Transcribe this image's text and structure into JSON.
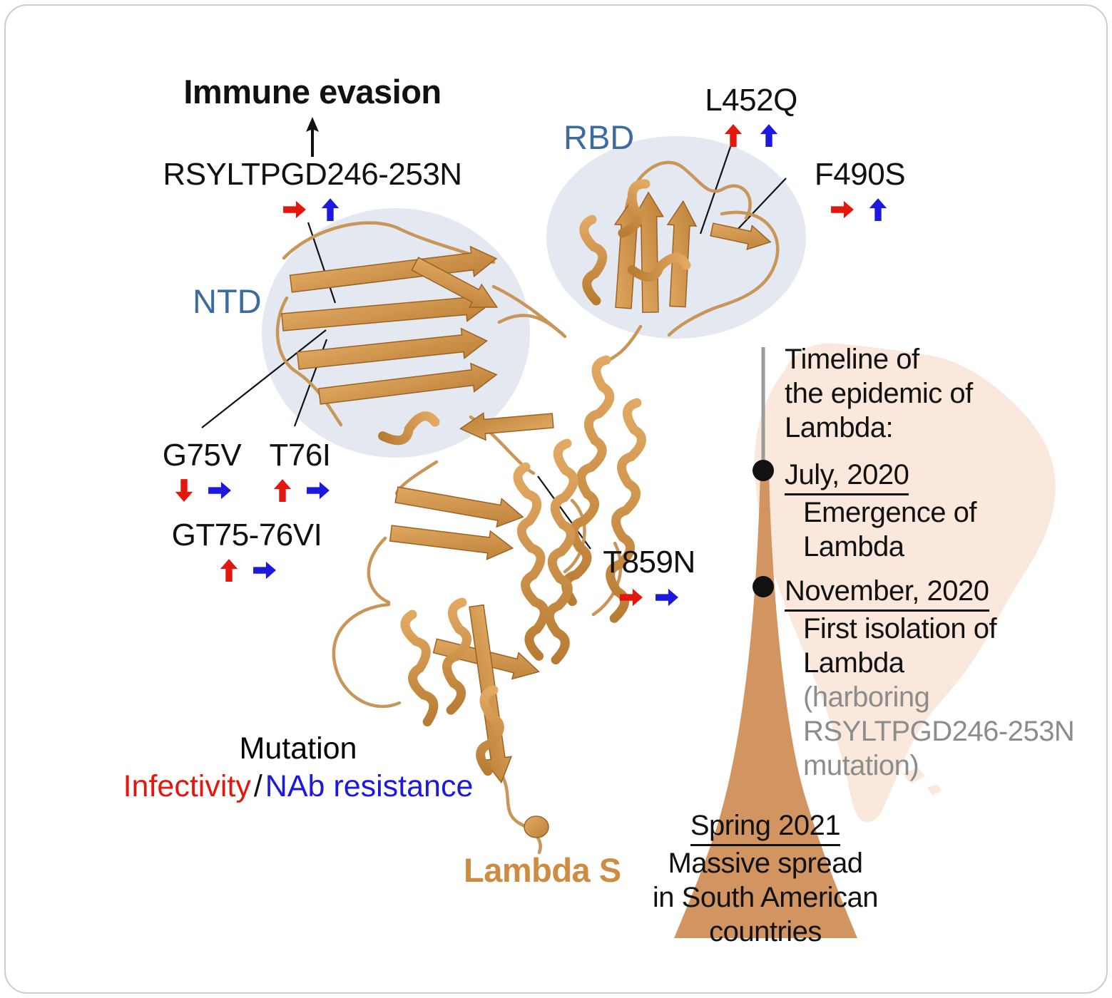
{
  "header": {
    "title": "Immune evasion"
  },
  "domains": {
    "ntd_label": "NTD",
    "rbd_label": "RBD"
  },
  "mutations": {
    "rsyltpgd246_253n": {
      "label": "RSYLTPGD246-253N",
      "infectivity": "right",
      "nab": "up"
    },
    "g75v": {
      "label": "G75V",
      "infectivity": "down",
      "nab": "right"
    },
    "t76i": {
      "label": "T76I",
      "infectivity": "up",
      "nab": "right"
    },
    "gt75_76vi": {
      "label": "GT75-76VI",
      "infectivity": "up",
      "nab": "right"
    },
    "l452q": {
      "label": "L452Q",
      "infectivity": "up",
      "nab": "up"
    },
    "f490s": {
      "label": "F490S",
      "infectivity": "right",
      "nab": "up"
    },
    "t859n": {
      "label": "T859N",
      "infectivity": "right",
      "nab": "right"
    }
  },
  "protein": {
    "label": "Lambda S"
  },
  "legend": {
    "line1": "Mutation",
    "infectivity": "Infectivity",
    "separator": "/",
    "nab": "NAb resistance"
  },
  "timeline": {
    "title_lines": [
      "Timeline of",
      "the epidemic of",
      "Lambda:"
    ],
    "events": [
      {
        "date": "July, 2020",
        "lines": [
          "Emergence of",
          "Lambda"
        ]
      },
      {
        "date": "November, 2020",
        "lines": [
          "First isolation of",
          "Lambda"
        ],
        "note_lines": [
          "(harboring",
          "RSYLTPGD246-253N",
          "mutation)"
        ]
      },
      {
        "date": "Spring 2021",
        "lines": [
          "Massive spread",
          "in South American",
          "countries"
        ]
      }
    ]
  },
  "colors": {
    "infectivity_arrow": "#e3170d",
    "nab_arrow": "#1c18dd",
    "domain_label": "#3c6b9d",
    "protein_ribbon": "#cf9048",
    "protein_label": "#cd8c41",
    "domain_ellipse": "#e4e9f1",
    "timeline_triangle": "#d29561",
    "timeline_axis_gray": "#9b9b9b",
    "map_silhouette": "#f9e8db",
    "note_text_gray": "#8c8c8c"
  }
}
